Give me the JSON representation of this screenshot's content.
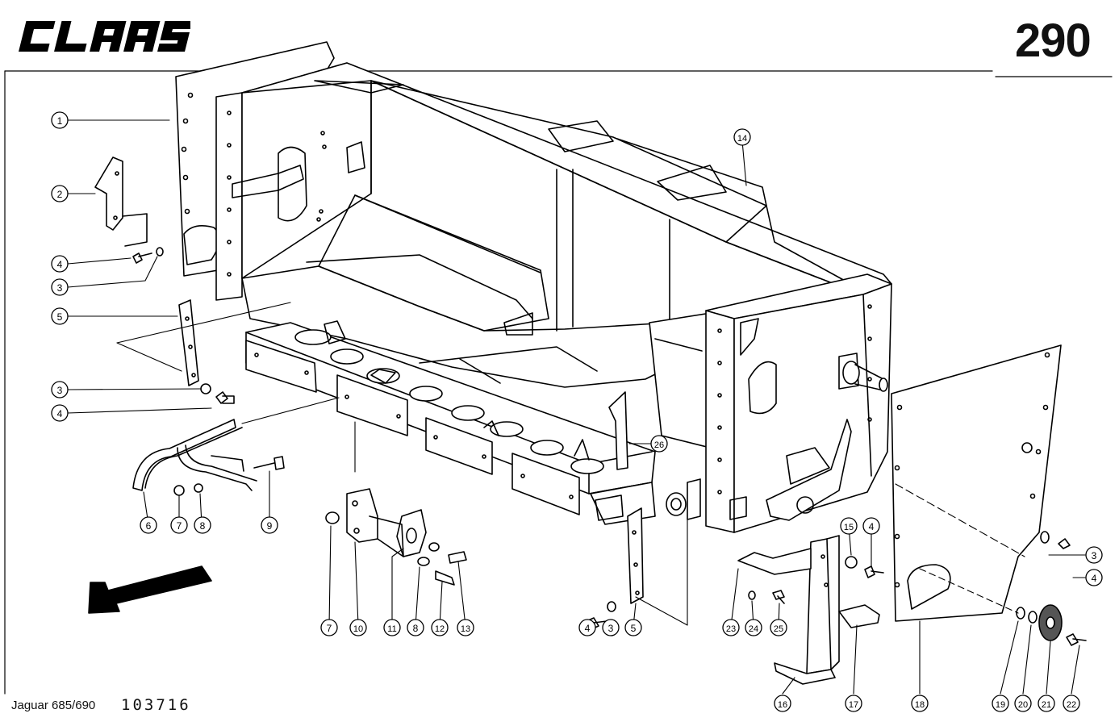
{
  "header": {
    "brand": "CLAAS",
    "page_number": "290"
  },
  "footer": {
    "model": "Jaguar 685/690",
    "drawing_number": "103716"
  },
  "callouts": [
    {
      "id": "c1",
      "label": "1"
    },
    {
      "id": "c2",
      "label": "2"
    },
    {
      "id": "c4a",
      "label": "4"
    },
    {
      "id": "c3a",
      "label": "3"
    },
    {
      "id": "c5a",
      "label": "5"
    },
    {
      "id": "c3b",
      "label": "3"
    },
    {
      "id": "c4b",
      "label": "4"
    },
    {
      "id": "c6",
      "label": "6"
    },
    {
      "id": "c7a",
      "label": "7"
    },
    {
      "id": "c8a",
      "label": "8"
    },
    {
      "id": "c9",
      "label": "9"
    },
    {
      "id": "c7b",
      "label": "7"
    },
    {
      "id": "c10",
      "label": "10"
    },
    {
      "id": "c11",
      "label": "11"
    },
    {
      "id": "c8b",
      "label": "8"
    },
    {
      "id": "c12",
      "label": "12"
    },
    {
      "id": "c13",
      "label": "13"
    },
    {
      "id": "c4c",
      "label": "4"
    },
    {
      "id": "c3c",
      "label": "3"
    },
    {
      "id": "c5b",
      "label": "5"
    },
    {
      "id": "c14",
      "label": "14"
    },
    {
      "id": "c26",
      "label": "26"
    },
    {
      "id": "c15",
      "label": "15"
    },
    {
      "id": "c4d",
      "label": "4"
    },
    {
      "id": "c3d",
      "label": "3"
    },
    {
      "id": "c4e",
      "label": "4"
    },
    {
      "id": "c23",
      "label": "23"
    },
    {
      "id": "c24",
      "label": "24"
    },
    {
      "id": "c25",
      "label": "25"
    },
    {
      "id": "c16",
      "label": "16"
    },
    {
      "id": "c17",
      "label": "17"
    },
    {
      "id": "c18",
      "label": "18"
    },
    {
      "id": "c19",
      "label": "19"
    },
    {
      "id": "c20",
      "label": "20"
    },
    {
      "id": "c21",
      "label": "21"
    },
    {
      "id": "c22",
      "label": "22"
    }
  ]
}
